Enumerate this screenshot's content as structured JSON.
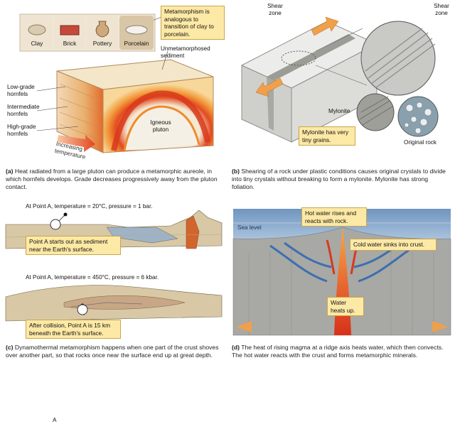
{
  "panel_a": {
    "tiles": [
      "Clay",
      "Brick",
      "Pottery",
      "Porcelain"
    ],
    "callout": "Metamorphism is analogous to transition of clay to porcelain.",
    "unmetamorphosed": "Unmetamorphosed sediment",
    "low": "Low-grade hornfels",
    "intermediate": "Intermediate hornfels",
    "high": "High-grade hornfels",
    "igneous": "Igneous pluton",
    "increasing": "Increasing temperature",
    "caption_letter": "(a)",
    "caption": "Heat radiated from a large pluton can produce a metamorphic aureole, in which hornfels develops. Grade decreases progressively away from the pluton contact."
  },
  "panel_b": {
    "shear_zone_1": "Shear zone",
    "shear_zone_2": "Shear zone",
    "mylonite": "Mylonite",
    "callout": "Mylonite has very tiny grains.",
    "original_rock": "Original rock",
    "caption_letter": "(b)",
    "caption": "Shearing of a rock under plastic conditions causes original crystals to divide into tiny crystals without breaking to form a mylonite. Mylonite has strong foliation."
  },
  "panel_c": {
    "top_text": "At Point A, temperature = 20°C, pressure = 1 bar.",
    "point": "A",
    "callout_top": "Point A starts out as sediment near the Earth's surface.",
    "bottom_text": "At Point A, temperature = 450°C, pressure = 6 kbar.",
    "callout_bottom": "After collision, Point A is 15 km beneath the Earth's surface.",
    "caption_letter": "(c)",
    "caption": "Dynamothermal metamorphism happens when one part of the crust shoves over another part, so that rocks once near the surface end up at great depth."
  },
  "panel_d": {
    "sea_level": "Sea level",
    "callout_hot": "Hot water rises and reacts with rock.",
    "callout_cold": "Cold water sinks into crust.",
    "callout_heats": "Water heats up.",
    "caption_letter": "(d)",
    "caption": "The heat of rising magma at a ridge axis heats water, which then convects. The hot water reacts with the crust and forms metamorphic minerals."
  }
}
